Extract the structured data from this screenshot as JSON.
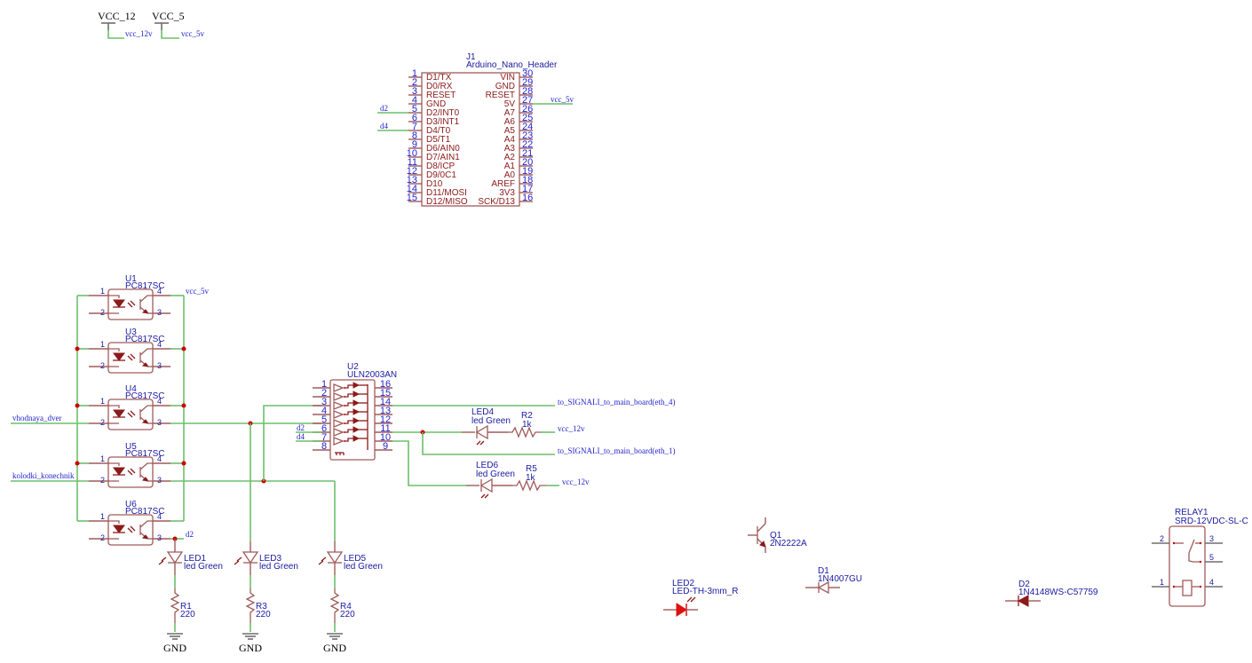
{
  "power": {
    "vcc12": {
      "symbol": "VCC_12",
      "net": "vcc_12v"
    },
    "vcc5": {
      "symbol": "VCC_5",
      "net": "vcc_5v"
    },
    "gnd": "GND"
  },
  "j1": {
    "ref": "J1",
    "value": "Arduino_Nano_Header",
    "left_pins": [
      {
        "num": "1",
        "name": "D1/TX"
      },
      {
        "num": "2",
        "name": "D0/RX"
      },
      {
        "num": "3",
        "name": "RESET"
      },
      {
        "num": "4",
        "name": "GND"
      },
      {
        "num": "5",
        "name": "D2/INT0"
      },
      {
        "num": "6",
        "name": "D3/INT1"
      },
      {
        "num": "7",
        "name": "D4/T0"
      },
      {
        "num": "8",
        "name": "D5/T1"
      },
      {
        "num": "9",
        "name": "D6/AIN0"
      },
      {
        "num": "10",
        "name": "D7/AIN1"
      },
      {
        "num": "11",
        "name": "D8/ICP"
      },
      {
        "num": "12",
        "name": "D9/0C1"
      },
      {
        "num": "13",
        "name": "D10"
      },
      {
        "num": "14",
        "name": "D11/MOSI"
      },
      {
        "num": "15",
        "name": "D12/MISO"
      }
    ],
    "right_pins": [
      {
        "num": "30",
        "name": "VIN"
      },
      {
        "num": "29",
        "name": "GND"
      },
      {
        "num": "28",
        "name": "RESET"
      },
      {
        "num": "27",
        "name": "5V"
      },
      {
        "num": "26",
        "name": "A7"
      },
      {
        "num": "25",
        "name": "A6"
      },
      {
        "num": "24",
        "name": "A5"
      },
      {
        "num": "23",
        "name": "A4"
      },
      {
        "num": "22",
        "name": "A3"
      },
      {
        "num": "21",
        "name": "A2"
      },
      {
        "num": "20",
        "name": "A1"
      },
      {
        "num": "19",
        "name": "A0"
      },
      {
        "num": "18",
        "name": "AREF"
      },
      {
        "num": "17",
        "name": "3V3"
      },
      {
        "num": "16",
        "name": "SCK/D13"
      }
    ],
    "net_d2": "d2",
    "net_d4": "d4",
    "net_5v": "vcc_5v"
  },
  "optocouplers": [
    {
      "ref": "U1",
      "value": "PC817SC"
    },
    {
      "ref": "U3",
      "value": "PC817SC"
    },
    {
      "ref": "U4",
      "value": "PC817SC"
    },
    {
      "ref": "U5",
      "value": "PC817SC"
    },
    {
      "ref": "U6",
      "value": "PC817SC"
    }
  ],
  "opto_pins": {
    "p1": "1",
    "p2": "2",
    "p3": "3",
    "p4": "4"
  },
  "nets": {
    "vcc_5v_opto": "vcc_5v",
    "vhodnaya": "vhodnaya_dver",
    "kolodki": "kolodki_konechnik",
    "d2_u6": "d2",
    "eth4": "to_SIGNALI_to_main_board(eth_4)",
    "eth1": "to_SIGNALI_to_main_board(eth_1)",
    "vcc12_a": "vcc_12v",
    "vcc12_b": "vcc_12v",
    "u2_d2": "d2",
    "u2_d4": "d4"
  },
  "u2": {
    "ref": "U2",
    "value": "ULN2003AN",
    "left_pins": [
      "1",
      "2",
      "3",
      "4",
      "5",
      "6",
      "7",
      "8"
    ],
    "right_pins": [
      "16",
      "15",
      "14",
      "13",
      "12",
      "11",
      "10",
      "9"
    ]
  },
  "leds": {
    "led1": {
      "ref": "LED1",
      "value": "led Green"
    },
    "led3": {
      "ref": "LED3",
      "value": "led Green"
    },
    "led5": {
      "ref": "LED5",
      "value": "led Green"
    },
    "led4": {
      "ref": "LED4",
      "value": "led Green"
    },
    "led6": {
      "ref": "LED6",
      "value": "led Green"
    },
    "led2": {
      "ref": "LED2",
      "value": "LED-TH-3mm_R"
    }
  },
  "resistors": {
    "r1": {
      "ref": "R1",
      "value": "220"
    },
    "r3": {
      "ref": "R3",
      "value": "220"
    },
    "r4": {
      "ref": "R4",
      "value": "220"
    },
    "r2": {
      "ref": "R2",
      "value": "1k"
    },
    "r5": {
      "ref": "R5",
      "value": "1k"
    }
  },
  "q1": {
    "ref": "Q1",
    "value": "2N2222A"
  },
  "d1": {
    "ref": "D1",
    "value": "1N4007GU"
  },
  "d2": {
    "ref": "D2",
    "value": "1N4148WS-C57759"
  },
  "relay": {
    "ref": "RELAY1",
    "value": "SRD-12VDC-SL-C",
    "pins": [
      "2",
      "3",
      "5",
      "1",
      "4"
    ]
  }
}
